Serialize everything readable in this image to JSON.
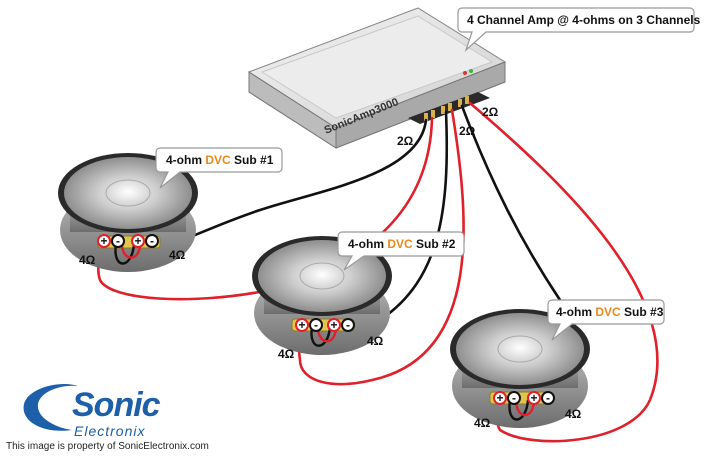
{
  "amp": {
    "callout": "4 Channel Amp  @ 4-ohms on 3 Channels",
    "name": "SonicAmp3000"
  },
  "subs": [
    {
      "prefix": "4-ohm ",
      "dvc": "DVC",
      "suffix": " Sub #1"
    },
    {
      "prefix": "4-ohm ",
      "dvc": "DVC",
      "suffix": " Sub #2"
    },
    {
      "prefix": "4-ohm ",
      "dvc": "DVC",
      "suffix": " Sub #3"
    }
  ],
  "impedance": {
    "amp_ch1": "2Ω",
    "amp_ch2": "2Ω",
    "amp_ch3": "2Ω",
    "sub1_left": "4Ω",
    "sub1_right": "4Ω",
    "sub2_left": "4Ω",
    "sub2_right": "4Ω",
    "sub3_left": "4Ω",
    "sub3_right": "4Ω"
  },
  "terminals": {
    "plus": "+",
    "minus": "-"
  },
  "logo": {
    "word1": "Sonic",
    "word2": "Electronix"
  },
  "copyright": "This image is property of SonicElectronix.com",
  "colors": {
    "wire_red": "#e0202a",
    "wire_black": "#111111",
    "dvc": "#e8891a",
    "brand": "#1d5fa8"
  }
}
